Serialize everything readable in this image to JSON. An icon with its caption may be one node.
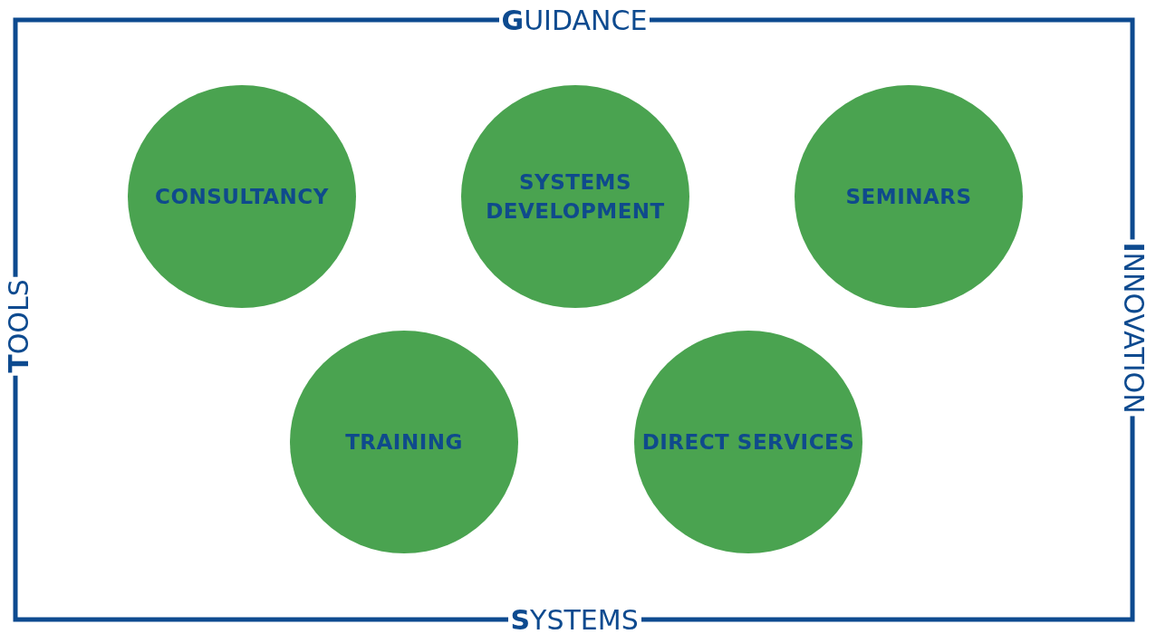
{
  "diagram": {
    "nodes": [
      {
        "text": [
          "CONSULTANCY"
        ]
      },
      {
        "text": [
          "SYSTEMS DEVELOPMENT"
        ]
      },
      {
        "text": [
          "SEMINARS"
        ]
      },
      {
        "text": [
          "TRAINING"
        ]
      },
      {
        "text": [
          "DIRECT SERVICES"
        ]
      }
    ],
    "edges": [],
    "labels": [
      "**G**UIDANCE",
      "**I**NNOVATION",
      "**T**OOLS",
      "**S**YSTEMS"
    ]
  }
}
